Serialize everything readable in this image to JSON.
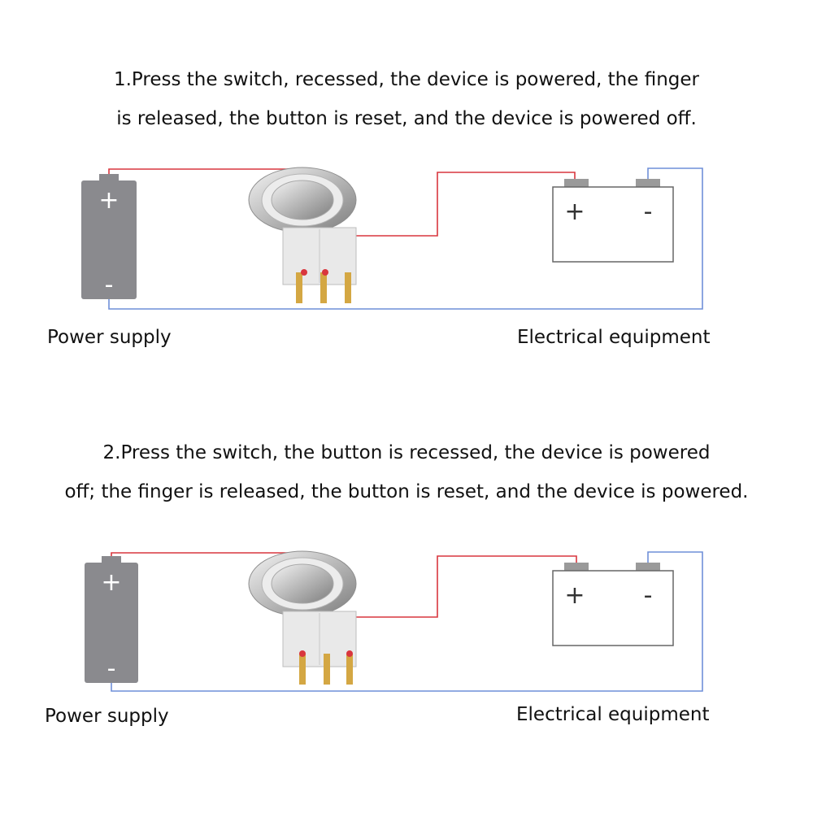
{
  "sections": [
    {
      "caption_line1": "1.Press the switch, recessed, the device is powered, the finger",
      "caption_line2": "is released, the button is reset, and the device is powered off.",
      "power_supply": {
        "label": "Power supply",
        "plus": "+",
        "minus": "-"
      },
      "equipment": {
        "label": "Electrical equipment",
        "plus": "+",
        "minus": "-"
      },
      "switch_type": "normally-open"
    },
    {
      "caption_line1": "2.Press the switch, the button is recessed, the device is powered",
      "caption_line2": "off; the finger is released, the button is reset, and the device is powered.",
      "power_supply": {
        "label": "Power supply",
        "plus": "+",
        "minus": "-"
      },
      "equipment": {
        "label": "Electrical equipment",
        "plus": "+",
        "minus": "-"
      },
      "switch_type": "normally-closed"
    }
  ],
  "colors": {
    "positive_wire": "#d9363e",
    "negative_wire": "#6f8fd8",
    "battery": "#8a8a8e",
    "equipment_outline": "#666666",
    "terminal": "#9a9a9a"
  }
}
